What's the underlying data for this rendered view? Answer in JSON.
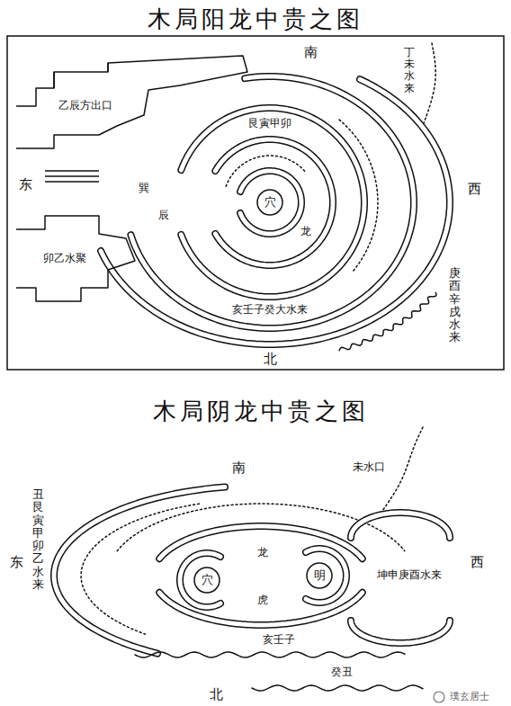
{
  "diagram": {
    "title": "木局阳龙中贵之图",
    "nodes": [
      {
        "text": [
          "穴"
        ]
      },
      {
        "text": [
          "穴"
        ]
      },
      {
        "text": [
          "明"
        ]
      }
    ],
    "labels": [
      "南",
      "东",
      "西",
      "北",
      "乙辰方出口",
      "丁未水来",
      "艮寅甲卯",
      "亥壬子癸大水来",
      "巽",
      "辰",
      "龙",
      "卯乙水聚",
      "庚酉辛戌水来",
      "木局阴龙中贵之图",
      "南",
      "东",
      "西",
      "北",
      "未水口",
      "丑艮寅甲卯乙水来",
      "龙",
      "虎",
      "坤申庚酉水来",
      "亥壬子",
      "癸丑",
      "璞玄居士"
    ]
  }
}
